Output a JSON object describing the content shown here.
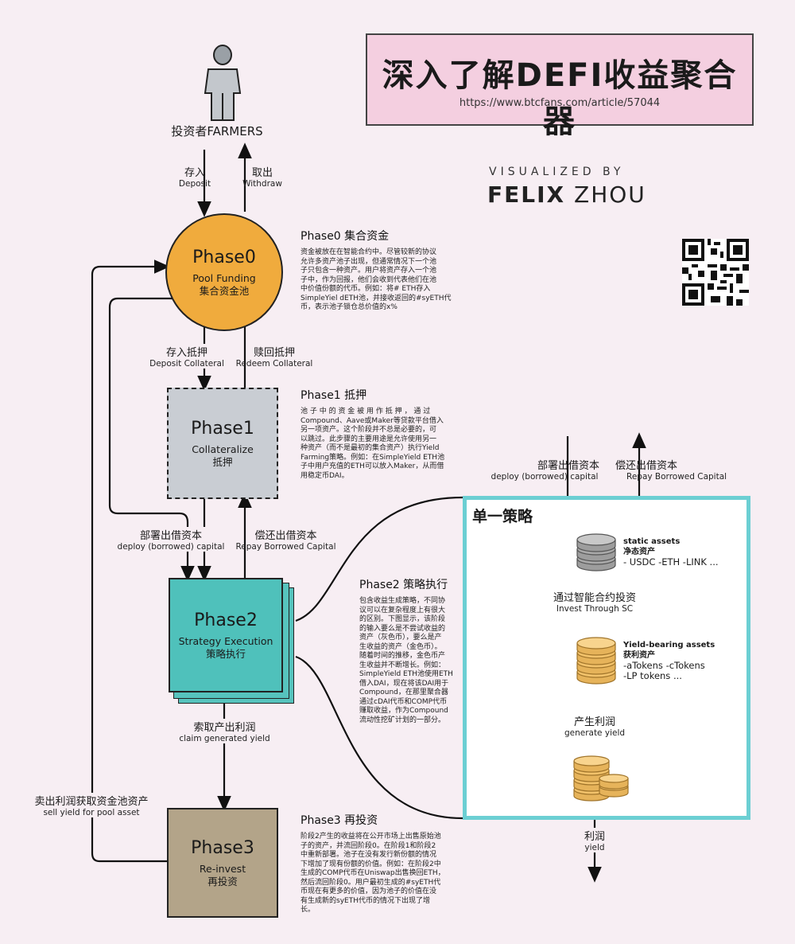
{
  "title": {
    "main": "深入了解DEFI收益聚合器",
    "url": "https://www.btcfans.com/article/57044"
  },
  "credit": {
    "visualized_by": "VISUALIZED BY",
    "author_a": "FELIX",
    "author_b": "ZHOU"
  },
  "farmers": "投资者FARMERS",
  "flows": {
    "deposit_cn": "存入",
    "deposit_en": "Deposit",
    "withdraw_cn": "取出",
    "withdraw_en": "Withdraw",
    "deposit_collateral_cn": "存入抵押",
    "deposit_collateral_en": "Deposit Collateral",
    "redeem_collateral_cn": "赎回抵押",
    "redeem_collateral_en": "Redeem Collateral",
    "deploy_cn": "部署出借资本",
    "deploy_en": "deploy (borrowed) capital",
    "repay_cn": "偿还出借资本",
    "repay_en": "Repay Borrowed Capital",
    "claim_cn": "索取产出利润",
    "claim_en": "claim generated yield",
    "sell_cn": "卖出利润获取资金池资产",
    "sell_en": "sell yield for pool asset"
  },
  "phases": [
    {
      "name": "Phase0",
      "sub_en": "Pool Funding",
      "sub_cn": "集合资金池"
    },
    {
      "name": "Phase1",
      "sub_en": "Collateralize",
      "sub_cn": "抵押"
    },
    {
      "name": "Phase2",
      "sub_en": "Strategy Execution",
      "sub_cn": "策略执行"
    },
    {
      "name": "Phase3",
      "sub_en": "Re-invest",
      "sub_cn": "再投资"
    }
  ],
  "descriptions": [
    {
      "title": "Phase0 集合资金",
      "lines": [
        "资金被放在在智能合约中。尽管较新的协议",
        "允许多资产池子出现，但通常情况下一个池",
        "子只包含一种资产。用户将资产存入一个池",
        "子中，作为回报，他们会收到代表他们在池",
        "中价值份额的代币。例如：将#      ETH存入",
        "SimpleYiel dETH池，并接收返回的#syETH代",
        "币，表示池子锁仓总价值的x%"
      ]
    },
    {
      "title": "Phase1 抵押",
      "lines": [
        "池 子 中 的 资 金 被 用 作 抵 押 ， 通 过",
        "Compound、Aave或Maker等贷款平台借入",
        "另一项资产。这个阶段并不总是必要的，可",
        "以跳过。此步骤的主要用途是允许使用另一",
        "种资产（而不是最初的集合资产）执行Yield",
        "Farming策略。例如：在SimpleYield  ETH池",
        "子中用户充值的ETH可以放入Maker，从而借",
        "用稳定币DAI。"
      ]
    },
    {
      "title": "Phase2 策略执行",
      "lines": [
        "包含收益生成策略，不同协",
        "议可以在复杂程度上有很大",
        "的区别。下图显示，该阶段",
        "的输入要么是不尝试收益的",
        "资产（灰色币），要么是产",
        "生收益的资产（金色币）。",
        "随着时间的推移，金色币产",
        "生收益并不断增长。例如：",
        "SimpleYield  ETH池使用ETH",
        "借入DAI，现在将该DAI用于",
        "Compound，在那里聚合器",
        "通过cDAI代币和COMP代币",
        "赚取收益，作为Compound",
        "流动性挖矿计划的一部分。"
      ]
    },
    {
      "title": "Phase3 再投资",
      "lines": [
        "阶段2产生的收益将在公开市场上出售原始池",
        "子的资产，并流回阶段0。在阶段1和阶段2",
        "中重新部署。池子在没有发行新份额的情况",
        "下增加了现有份额的价值。例如：在阶段2中",
        "生成的COMP代币在Uniswap出售换回ETH，",
        "然后流回阶段0。用户最初生成的#syETH代",
        "币现在有更多的价值，因为池子的价值在没",
        "有生成新的syETH代币的情况下出现了增",
        "长。"
      ]
    }
  ],
  "strategy": {
    "title": "单一策略",
    "static_en": "static assets",
    "static_cn": "净态资产",
    "static_list": "- USDC -ETH -LINK ...",
    "invest_cn": "通过智能合约投资",
    "invest_en": "Invest Through SC",
    "yield_en": "Yield-bearing assets",
    "yield_cn": "获利资产",
    "yield_list1": "-aTokens -cTokens",
    "yield_list2": "-LP tokens ...",
    "generate_cn": "产生利润",
    "generate_en": "generate yield",
    "out_cn": "利润",
    "out_en": "yield"
  },
  "colors": {
    "phase0": "#f0ab3d",
    "phase1": "#c9cdd3",
    "phase2": "#4fc1bb",
    "phase3": "#b3a489",
    "strategy_border": "#6ccfd3",
    "title_bg": "#f4cfe0"
  }
}
